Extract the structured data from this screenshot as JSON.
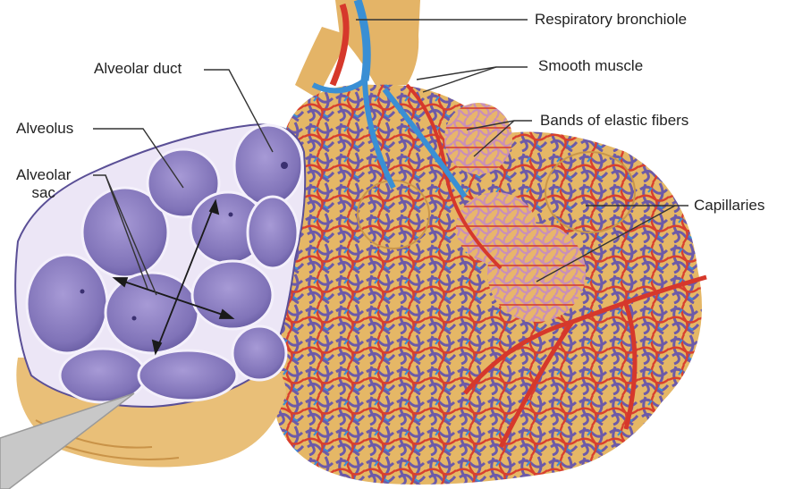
{
  "labels": {
    "respiratory_bronchiole": "Respiratory bronchiole",
    "smooth_muscle": "Smooth muscle",
    "bands_of_elastic_fibers": "Bands of elastic fibers",
    "capillaries": "Capillaries",
    "alveolar_duct": "Alveolar duct",
    "alveolus": "Alveolus",
    "alveolar_sac_line1": "Alveolar",
    "alveolar_sac_line2": "sac"
  },
  "colors": {
    "alveolus_fill": "#8b7fc0",
    "alveolus_dark": "#5a4f96",
    "tissue_tan": "#e2b96a",
    "artery_red": "#d6382b",
    "vein_blue": "#3a8fd4",
    "elastic_pink": "#c98fb7",
    "leader_line": "#333333"
  }
}
